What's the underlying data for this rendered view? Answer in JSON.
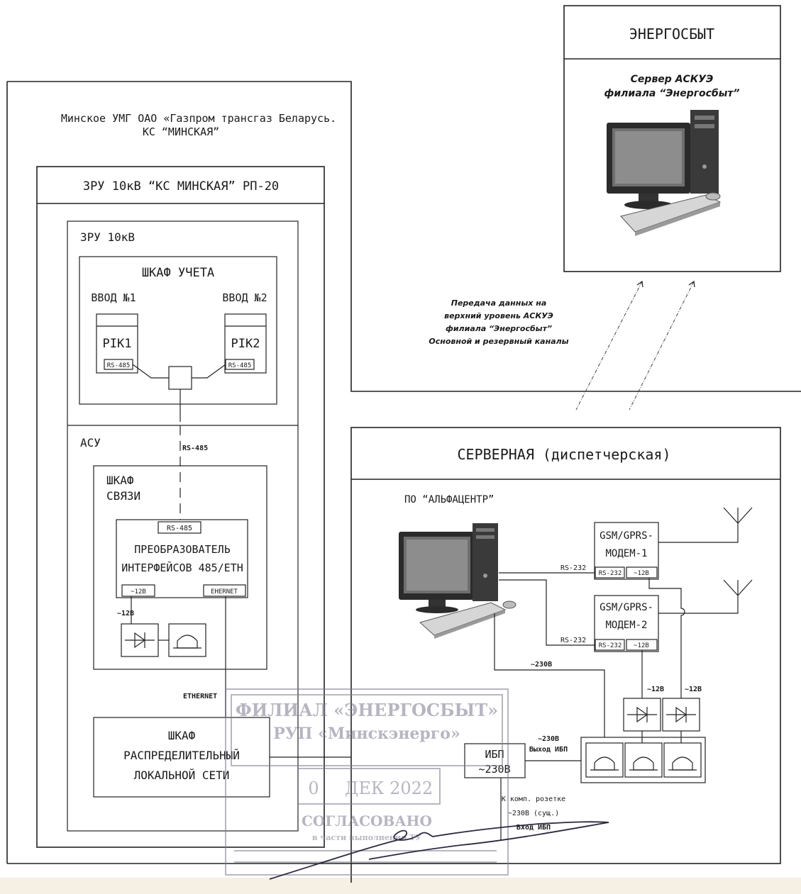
{
  "energosbyt": {
    "header": "ЭНЕРГОСБЫТ",
    "server_line1": "Сервер АСКУЭ",
    "server_line2": "филиала “Энергосбыт”"
  },
  "minsk_umg": {
    "title_line1": "Минское УМГ ОАО «Газпром трансгаз Беларусь.",
    "title_line2": "КС “МИНСКАЯ”"
  },
  "zru_rp20": {
    "header": "ЗРУ 10кВ “КС МИНСКАЯ” РП-20"
  },
  "zru10": {
    "header": "ЗРУ 10кВ",
    "cabinet_title": "ШКАФ УЧЕТА",
    "input1": "ВВОД №1",
    "input2": "ВВОД №2",
    "meter1": "PIK1",
    "meter2": "PIK2",
    "port1": "RS-485",
    "port2": "RS-485"
  },
  "asu": {
    "header": "АСУ",
    "link_label": "RS-485",
    "comm_cabinet_line1": "ШКАФ",
    "comm_cabinet_line2": "СВЯЗИ",
    "converter_port_top": "RS-485",
    "converter_line1": "ПРЕОБРАЗОВАТЕЛЬ",
    "converter_line2": "ИНТЕРФЕЙСОВ 485/ETH",
    "port_power": "~12В",
    "port_eth": "EHERNET",
    "power_label": "~12В",
    "ethernet_label": "ETHERNET"
  },
  "lan_cabinet": {
    "line1": "ШКАФ",
    "line2": "РАСПРЕДЕЛИТЕЛЬНЫЙ",
    "line3": "ЛОКАЛЬНОЙ СЕТИ"
  },
  "transfer_note": {
    "line1": "Передача данных на",
    "line2": "верхний уровень АСКУЭ",
    "line3": "филиала “Энергосбыт”",
    "line4": "Основной и резервный каналы"
  },
  "server_room": {
    "header": "СЕРВЕРНАЯ (диспетчерская)",
    "software": "ПО “АЛЬФАЦЕНТР”",
    "modem1_line1": "GSM/GPRS-",
    "modem1_line2": "МОДЕМ-1",
    "modem2_line1": "GSM/GPRS-",
    "modem2_line2": "МОДЕМ-2",
    "modem_port_rs": "RS-232",
    "modem_port_pw": "~12В",
    "link1": "RS-232",
    "link2": "RS-232",
    "power_230": "~230В",
    "psu1_label": "~12В",
    "psu2_label": "~12В",
    "ups_line1": "ИБП",
    "ups_line2": "~230В",
    "ups_out_line1": "~230В",
    "ups_out_line2": "Выход ИБП",
    "ups_in_line1": "К комп. розетке",
    "ups_in_line2": "~230В (сущ.)",
    "ups_in_line3": "Вход ИБП"
  },
  "stamp": {
    "line1": "ФИЛИАЛ «ЭНЕРГОСБЫТ»",
    "line2": "РУП «Минскэнерго»",
    "date_day": "0",
    "date_rest": "ДЕК 2022",
    "line3": "СОГЛАСОВАНО",
    "line4": "в части выполнения ТУ"
  }
}
